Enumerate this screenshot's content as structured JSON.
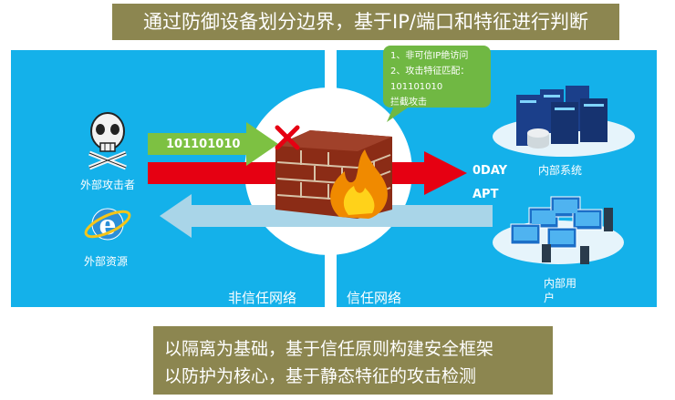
{
  "title": "通过防御设备划分边界，基于IP/端口和特征进行判断",
  "zones": {
    "untrusted_label": "非信任网络",
    "trusted_label": "信任网络"
  },
  "external": {
    "attacker_label": "外部攻击者",
    "resource_label": "外部资源"
  },
  "internal": {
    "system_label": "内部系统",
    "user_label": "内部用户"
  },
  "traffic": {
    "attack_bits": "101101010",
    "threat_line1": "0DAY",
    "threat_line2": "APT"
  },
  "bubble": {
    "line1": "1、非可信IP绝访问",
    "line2": "2、攻击特征匹配：",
    "line3": "101101010",
    "line4": "拦截攻击"
  },
  "footer": {
    "line1": "以隔离为基础，基于信任原则构建安全框架",
    "line2": "以防护为核心，基于静态特征的攻击检测"
  },
  "colors": {
    "title_bg": "#8c8650",
    "zone_bg": "#14b1ea",
    "green_arrow": "#7dc142",
    "red_arrow": "#e60012",
    "light_arrow": "#a9d5e8",
    "brick": "#8b2c16"
  },
  "icons": [
    "skull-icon",
    "ie-browser-icon",
    "server-icon",
    "workstation-icon",
    "firewall-icon",
    "fire-icon",
    "block-x-icon"
  ]
}
